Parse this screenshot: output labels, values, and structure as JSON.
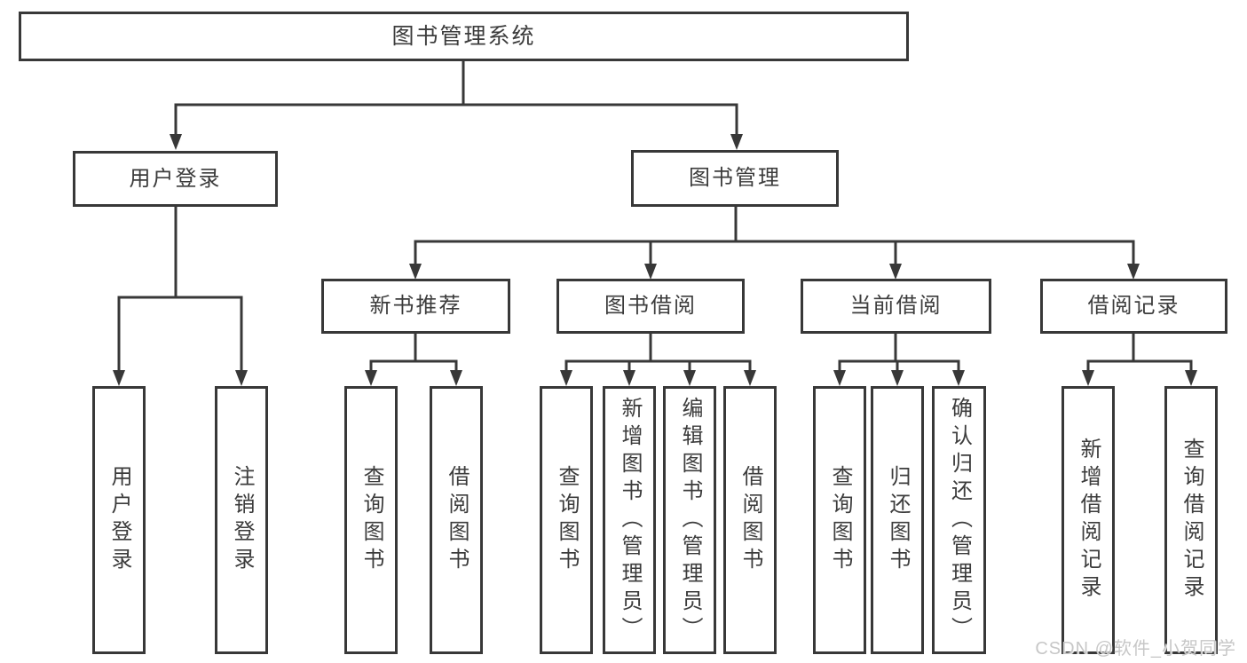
{
  "tree": {
    "root": "图书管理系统",
    "branches": [
      {
        "label": "用户登录",
        "leaves": [
          "用户登录",
          "注销登录"
        ]
      },
      {
        "label": "图书管理",
        "groups": [
          {
            "label": "新书推荐",
            "leaves": [
              "查询图书",
              "借阅图书"
            ]
          },
          {
            "label": "图书借阅",
            "leaves": [
              "查询图书",
              "新增图书（管理员）",
              "编辑图书（管理员）",
              "借阅图书"
            ]
          },
          {
            "label": "当前借阅",
            "leaves": [
              "查询图书",
              "归还图书",
              "确认归还（管理员）"
            ]
          },
          {
            "label": "借阅记录",
            "leaves": [
              "新增借阅记录",
              "查询借阅记录"
            ]
          }
        ]
      }
    ]
  },
  "watermark": "CSDN @软件_小贺同学",
  "colors": {
    "line": "#383838",
    "box_border": "#383838",
    "text": "#3c3c3c",
    "watermark": "#c7c7c7",
    "background": "#ffffff"
  }
}
